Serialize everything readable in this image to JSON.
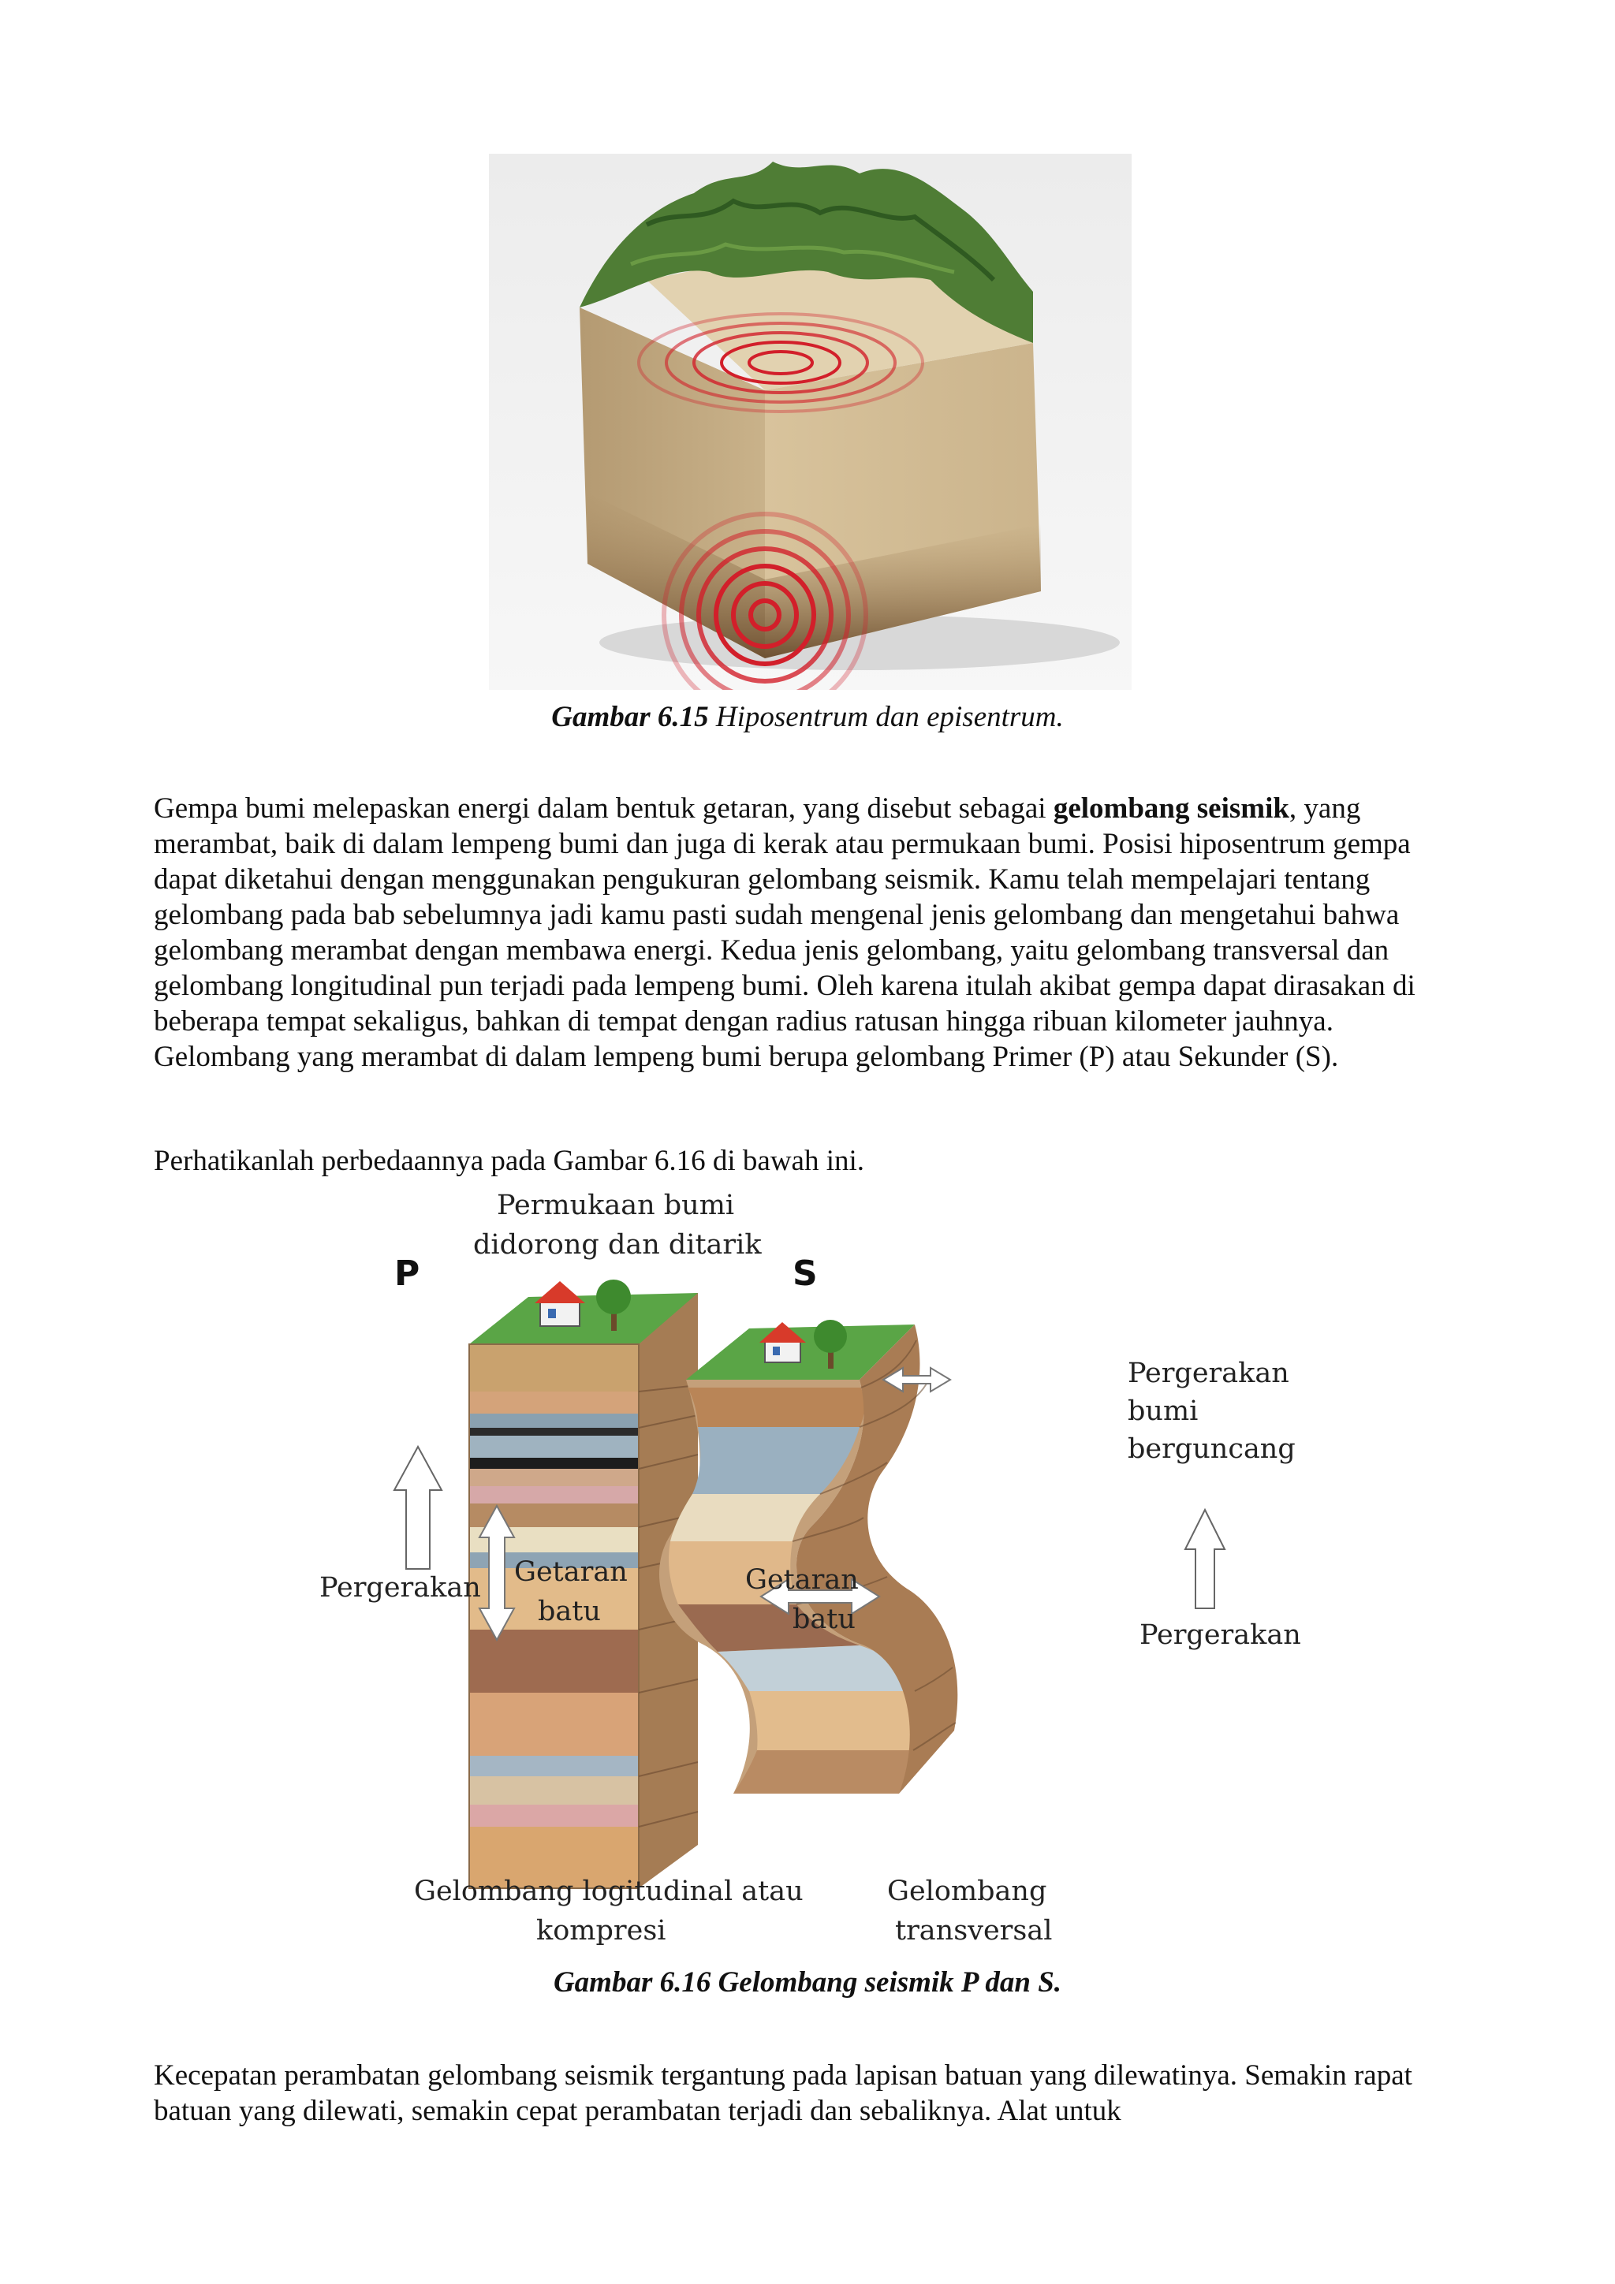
{
  "figure1": {
    "caption_number": "Gambar 6.15",
    "caption_text": " Hiposentrum dan episentrum."
  },
  "paragraph1": {
    "before_bold": "Gempa bumi melepaskan energi dalam bentuk getaran, yang disebut sebagai ",
    "bold": "gelombang seismik",
    "after_bold": ", yang merambat, baik di dalam lempeng bumi dan juga di kerak atau permukaan bumi. Posisi hiposentrum gempa dapat diketahui dengan menggunakan pengukuran gelombang seismik. Kamu telah mempelajari tentang gelombang pada bab sebelumnya jadi kamu pasti sudah mengenal jenis gelombang dan mengetahui bahwa gelombang merambat dengan membawa energi. Kedua jenis gelombang, yaitu gelombang transversal dan gelombang longitudinal pun terjadi pada lempeng bumi. Oleh karena itulah akibat gempa dapat dirasakan di beberapa tempat sekaligus, bahkan di tempat dengan radius ratusan hingga ribuan kilometer jauhnya. Gelombang yang merambat di dalam lempeng bumi berupa gelombang Primer (P) atau Sekunder (S)."
  },
  "paragraph2": "Perhatikanlah perbedaannya pada Gambar 6.16 di bawah ini.",
  "figure2": {
    "p_letter": "P",
    "s_letter": "S",
    "surface_line1": "Permukaan bumi",
    "surface_line2": "didorong dan ditarik",
    "left_move": "Pergerakan",
    "p_vibe_line1": "Getaran",
    "p_vibe_line2": "batu",
    "s_vibe_line1": "Getaran",
    "s_vibe_line2": "batu",
    "shake_line1": "Pergerakan",
    "shake_line2": "bumi",
    "shake_line3": "berguncang",
    "right_move": "Pergerakan",
    "p_name_line1": "Gelombang logitudinal atau",
    "p_name_line2": "kompresi",
    "s_name_line1": "Gelombang",
    "s_name_line2": "transversal",
    "caption": "Gambar 6.16 Gelombang seismik P dan S."
  },
  "paragraph3": "Kecepatan perambatan gelombang seismik tergantung pada lapisan batuan yang dilewatinya. Semakin rapat batuan yang dilewati, semakin cepat perambatan terjadi dan sebaliknya. Alat untuk",
  "colors": {
    "grass": "#5aa546",
    "sand": "#cdb48d",
    "wave_red": "#d21f2a"
  }
}
